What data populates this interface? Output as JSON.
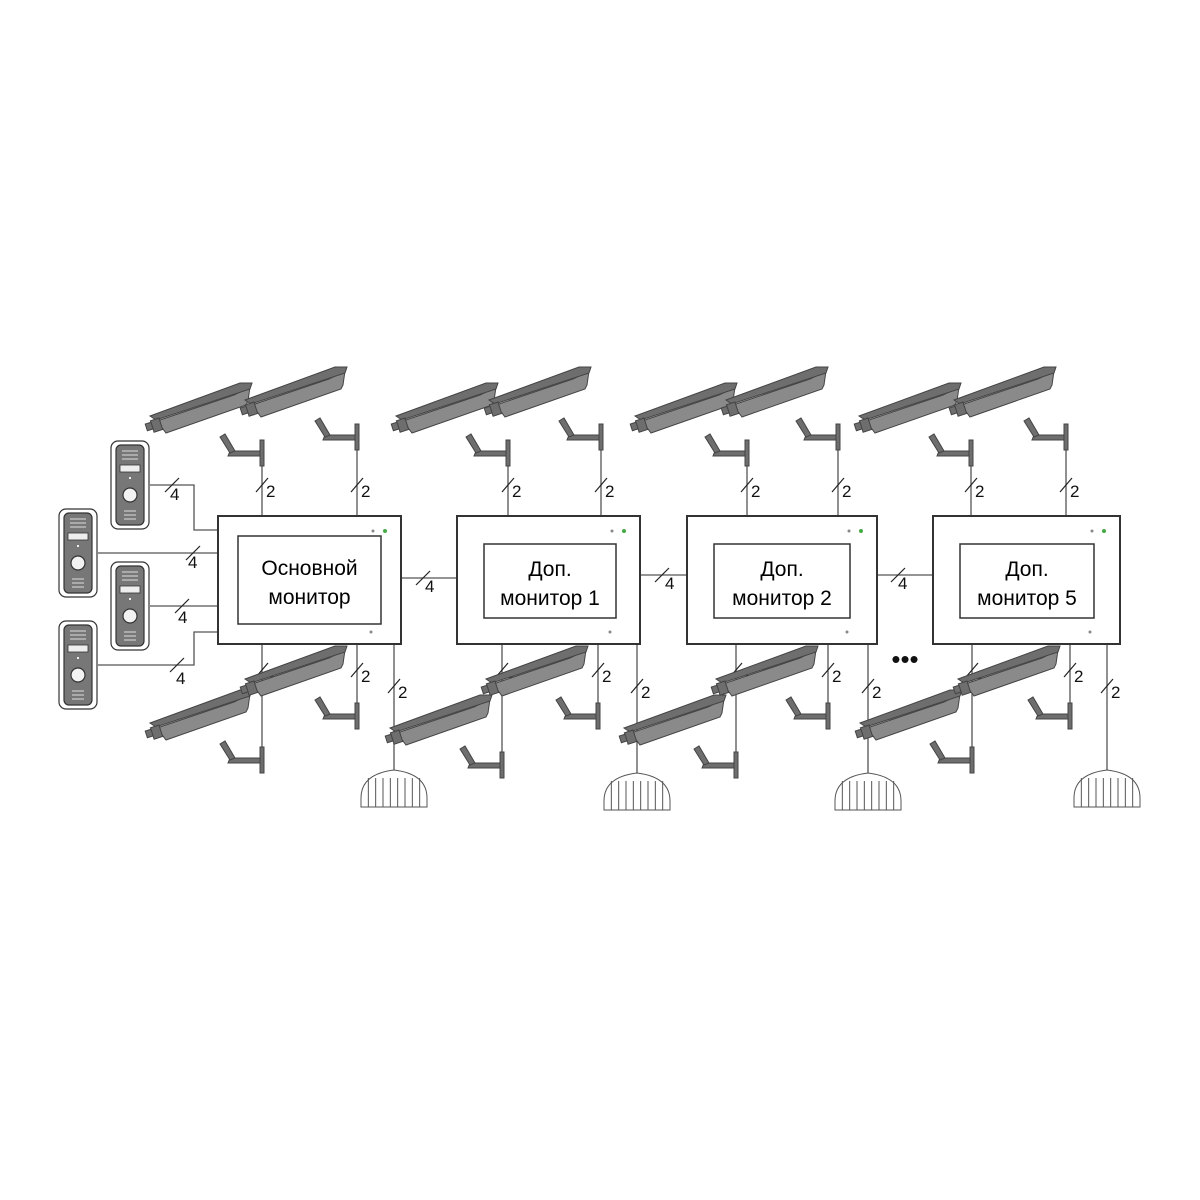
{
  "monitors": [
    {
      "line1": "Основной",
      "line2": "монитор"
    },
    {
      "line1": "Доп.",
      "line2": "монитор 1"
    },
    {
      "line1": "Доп.",
      "line2": "монитор 2"
    },
    {
      "line1": "Доп.",
      "line2": "монитор 5"
    }
  ],
  "wire_labels": {
    "panel": "4",
    "link": "4",
    "camera": "2",
    "lock": "2"
  },
  "ellipsis": "•••",
  "icons": {
    "camera": "cctv-camera-icon",
    "call_panel": "door-call-panel-icon",
    "lock": "electric-lock-icon"
  }
}
